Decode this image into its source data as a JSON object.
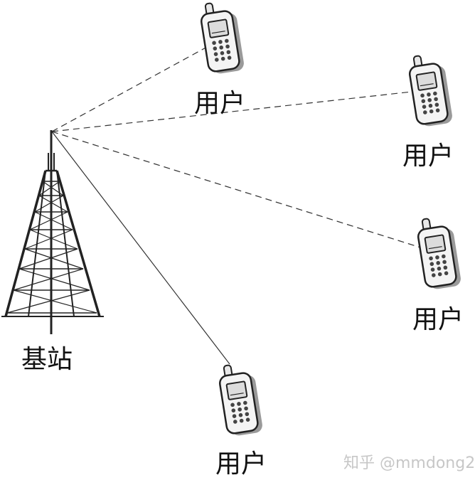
{
  "labels": {
    "base_station": "基站",
    "user_1": "用户",
    "user_2": "用户",
    "user_3": "用户",
    "user_4": "用户"
  },
  "watermark": "知乎 @mmdong2",
  "icons": {
    "tower": "transmission-tower-icon",
    "phone": "mobile-phone-icon"
  },
  "colors": {
    "stroke": "#222222",
    "phone_body": "#f4f4f4",
    "phone_screen": "#dcdcdc",
    "watermark": "#c7c7c7"
  }
}
